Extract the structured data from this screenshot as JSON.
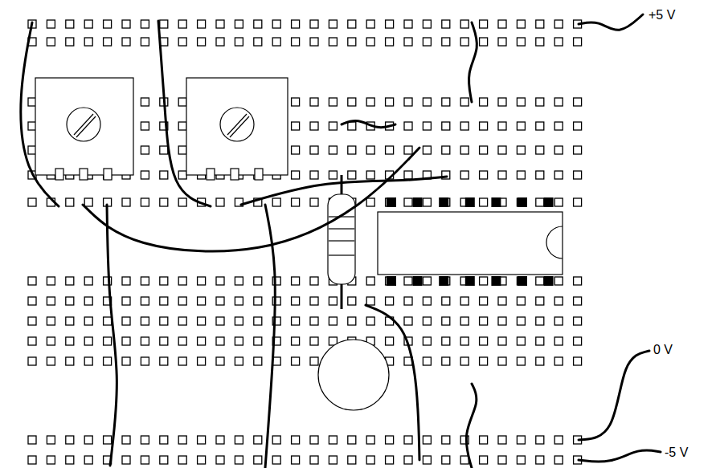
{
  "diagram": {
    "labels": [
      "+5 V",
      "0 V",
      "-5 V"
    ]
  }
}
